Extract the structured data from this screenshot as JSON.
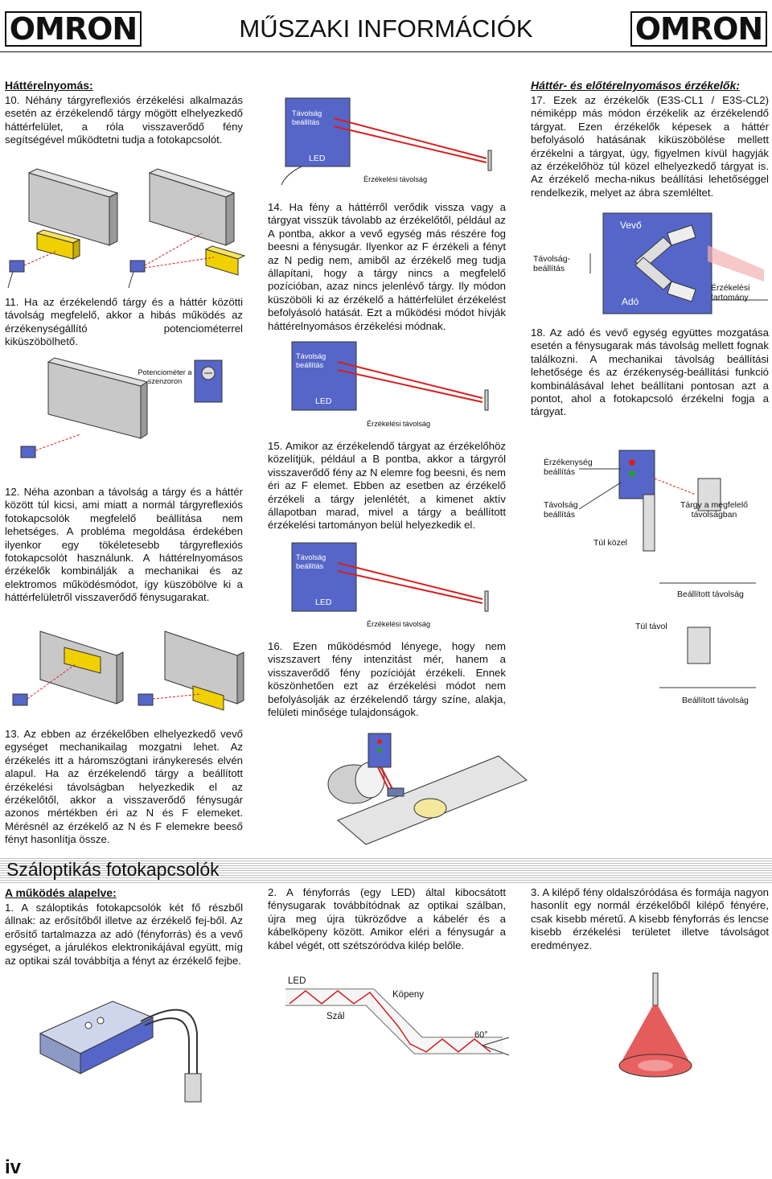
{
  "header": {
    "logo_left": "OMRON",
    "logo_right": "OMRON",
    "title": "MŰSZAKI INFORMÁCIÓK"
  },
  "col1": {
    "heading": "Háttérelnyomás:",
    "p10": "10. Néhány tárgyreflexiós érzékelési alkalmazás esetén az érzékelendő tárgy mögött elhelyezkedő háttérfelület, a róla visszaverődő fény segítségével működtetni tudja a fotokapcsolót.",
    "p11": "11. Ha az érzékelendő tárgy és a háttér közötti távolság megfelelő, akkor a hibás működés az érzékenységállító potenciométerrel kiküszöbölhető.",
    "pot_label_1": "Potenciométer a",
    "pot_label_2": "szenzoron",
    "p12": "12. Néha azonban a távolság a tárgy és a háttér között túl kicsi, ami miatt a normál tárgyreflexiós fotokapcsolók megfelelő beállítása nem lehetséges. A probléma megoldása érdekében ilyenkor egy tökéletesebb tárgyreflexiós fotokapcsolót használunk. A háttérelnyomásos érzékelők kombinálják a mechanikai és az elektromos működésmódot, így küszöbölve ki a háttérfelületről visszaverődő fénysugarakat.",
    "p13": "13. Az ebben az érzékelőben elhelyezkedő vevő egységet mechanikailag mozgatni lehet. Az érzékelés itt a háromszögtani iránykeresés elvén alapul. Ha az érzékelendő tárgy a beállított érzékelési távolságban helyezkedik el az érzékelőtől, akkor a visszaverődő fénysugár azonos mértékben éri az N és F elemeket. Mérésnél az érzékelő az N és F elemekre beeső fényt hasonlítja össze."
  },
  "col2": {
    "diag_tav_1": "Távolság",
    "diag_tav_2": "beállítás",
    "diag_led": "LED",
    "diag_erz": "Érzékelési távolság",
    "p14": "14. Ha fény a háttérről verődik vissza vagy a tárgyat visszük távolabb az érzékelőtől, például az A pontba, akkor a vevő egység más részére fog beesni a fénysugár. Ilyenkor az F érzékeli a fényt az N pedig nem, amiből az érzékelő meg tudja állapítani, hogy a tárgy nincs a megfelelő pozícióban, azaz nincs jelenlévő tárgy. Ily módon küszöböli ki az érzékelő a háttérfelület érzékelést befolyásoló hatását. Ezt a működési módot hívják háttérelnyomásos érzékelési módnak.",
    "p15": "15. Amikor az érzékelendő tárgyat az érzékelőhöz közelítjük, például a B pontba, akkor a tárgyról visszaverődő fény az N elemre fog beesni, és nem éri az F elemet. Ebben az esetben az érzékelő érzékeli a tárgy jelenlétét, a kimenet aktív állapotban marad, mivel a tárgy a beállított érzékelési tartományon belül helyezkedik el.",
    "p16": "16. Ezen működésmód lényege, hogy nem viszszavert fény intenzitást mér, hanem a visszaverődő fény pozícióját érzékeli. Ennek köszönhetően ezt az érzékelési módot nem befolyásolják az érzékelendő tárgy színe, alakja, felületi minősége tulajdonságok."
  },
  "col3": {
    "heading": "Háttér- és előtérelnyomásos érzékelők:",
    "p17": "17. Ezek az érzékelők (E3S-CL1 / E3S-CL2) némiképp más módon érzékelik az érzékelendő tárgyat. Ezen érzékelők képesek a háttér befolyásoló hatásának kiküszöbölése mellett érzékelni a tárgyat, úgy, figyelmen kívül hagyják az érzékelőhöz túl közel elhelyezkedő tárgyat is. Az érzékelő mecha-nikus beállítási lehetőséggel rendelkezik, melyet az ábra szemléltet.",
    "vevo": "Vevő",
    "tav_1": "Távolság-",
    "tav_2": "beállítás",
    "ado": "Adó",
    "erz_1": "Érzékelési",
    "erz_2": "tartomány",
    "p18": "18. Az adó és vevő egység együttes mozgatása esetén a fénysugarak más távolság mellett fognak találkozni. A mechanikai távolság beállítási lehetősége és az érzékenység-beállítási funkció kombinálásával lehet beállítani pontosan azt a pontot, ahol a fotokapcsoló érzékelni fogja a tárgyat.",
    "erzekenyseg_1": "Érzékenység",
    "erzekenyseg_2": "beállítás",
    "tavolsag_1": "Távolság",
    "tavolsag_2": "beállítás",
    "targy_1": "Tárgy a megfelelő",
    "targy_2": "távolságban",
    "tul_kozel": "Túl közel",
    "beallitott_1": "Beállított távolság",
    "tul_tavol": "Túl távol",
    "beallitott_2": "Beállított távolság"
  },
  "fiber": {
    "title": "Száloptikás fotokapcsolók",
    "subheading": "A működés alapelve:",
    "p1": "1. A száloptikás fotokapcsolók két fő részből állnak: az erősítőből illetve az érzékelő fej-ből. Az erősítő tartalmazza az adó (fényforrás) és a vevő egységet, a járulékos elektronikájával együtt, míg az optikai szál továbbítja a fényt az érzékelő fejbe.",
    "p2": "2. A fényforrás (egy LED) által kibocsátott fénysugarak továbbítódnak az optikai szálban, újra meg újra tükröződve a kábelér és a kábelköpeny között. Amikor eléri a fénysugár a kábel végét, ott szétszóródva kilép belőle.",
    "led": "LED",
    "kopeny": "Köpeny",
    "szal": "Szál",
    "angle": "60°",
    "p3": "3. A kilépő fény oldalszóródása és formája nagyon hasonlít egy normál érzékelőből kilépő fényére, csak kisebb méretű. A kisebb fényforrás és lencse kisebb érzékelési területet illetve távolságot eredményez."
  },
  "footer": {
    "page": "iv"
  },
  "colors": {
    "sensor_blue": "#5566c8",
    "object_yellow": "#f0d000",
    "beam_red": "#d62020",
    "fill_gray": "#c8c8c8"
  }
}
